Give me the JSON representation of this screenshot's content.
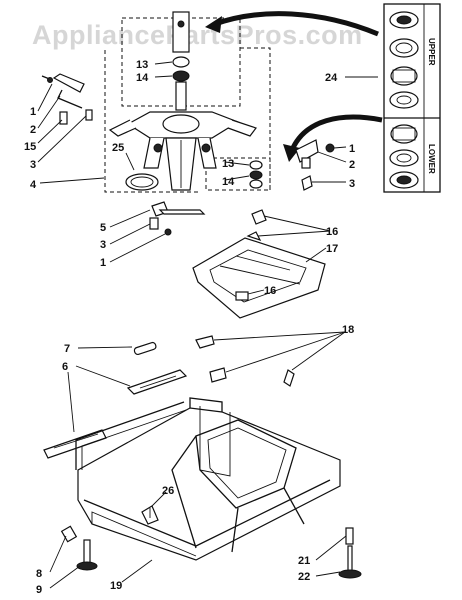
{
  "watermark": "AppliancePartsPros.com",
  "inset": {
    "upper_label": "UPPER",
    "lower_label": "LOWER"
  },
  "callouts": {
    "c1a": "1",
    "c2a": "2",
    "c15": "15",
    "c3a": "3",
    "c4": "4",
    "c13a": "13",
    "c14a": "14",
    "c24": "24",
    "c25": "25",
    "c13b": "13",
    "c14b": "14",
    "c1b": "1",
    "c2b": "2",
    "c3b": "3",
    "c5": "5",
    "c3c": "3",
    "c1c": "1",
    "c16a": "16",
    "c17": "17",
    "c16b": "16",
    "c7": "7",
    "c6": "6",
    "c18": "18",
    "c26": "26",
    "c8": "8",
    "c9": "9",
    "c19": "19",
    "c21": "21",
    "c22": "22"
  }
}
